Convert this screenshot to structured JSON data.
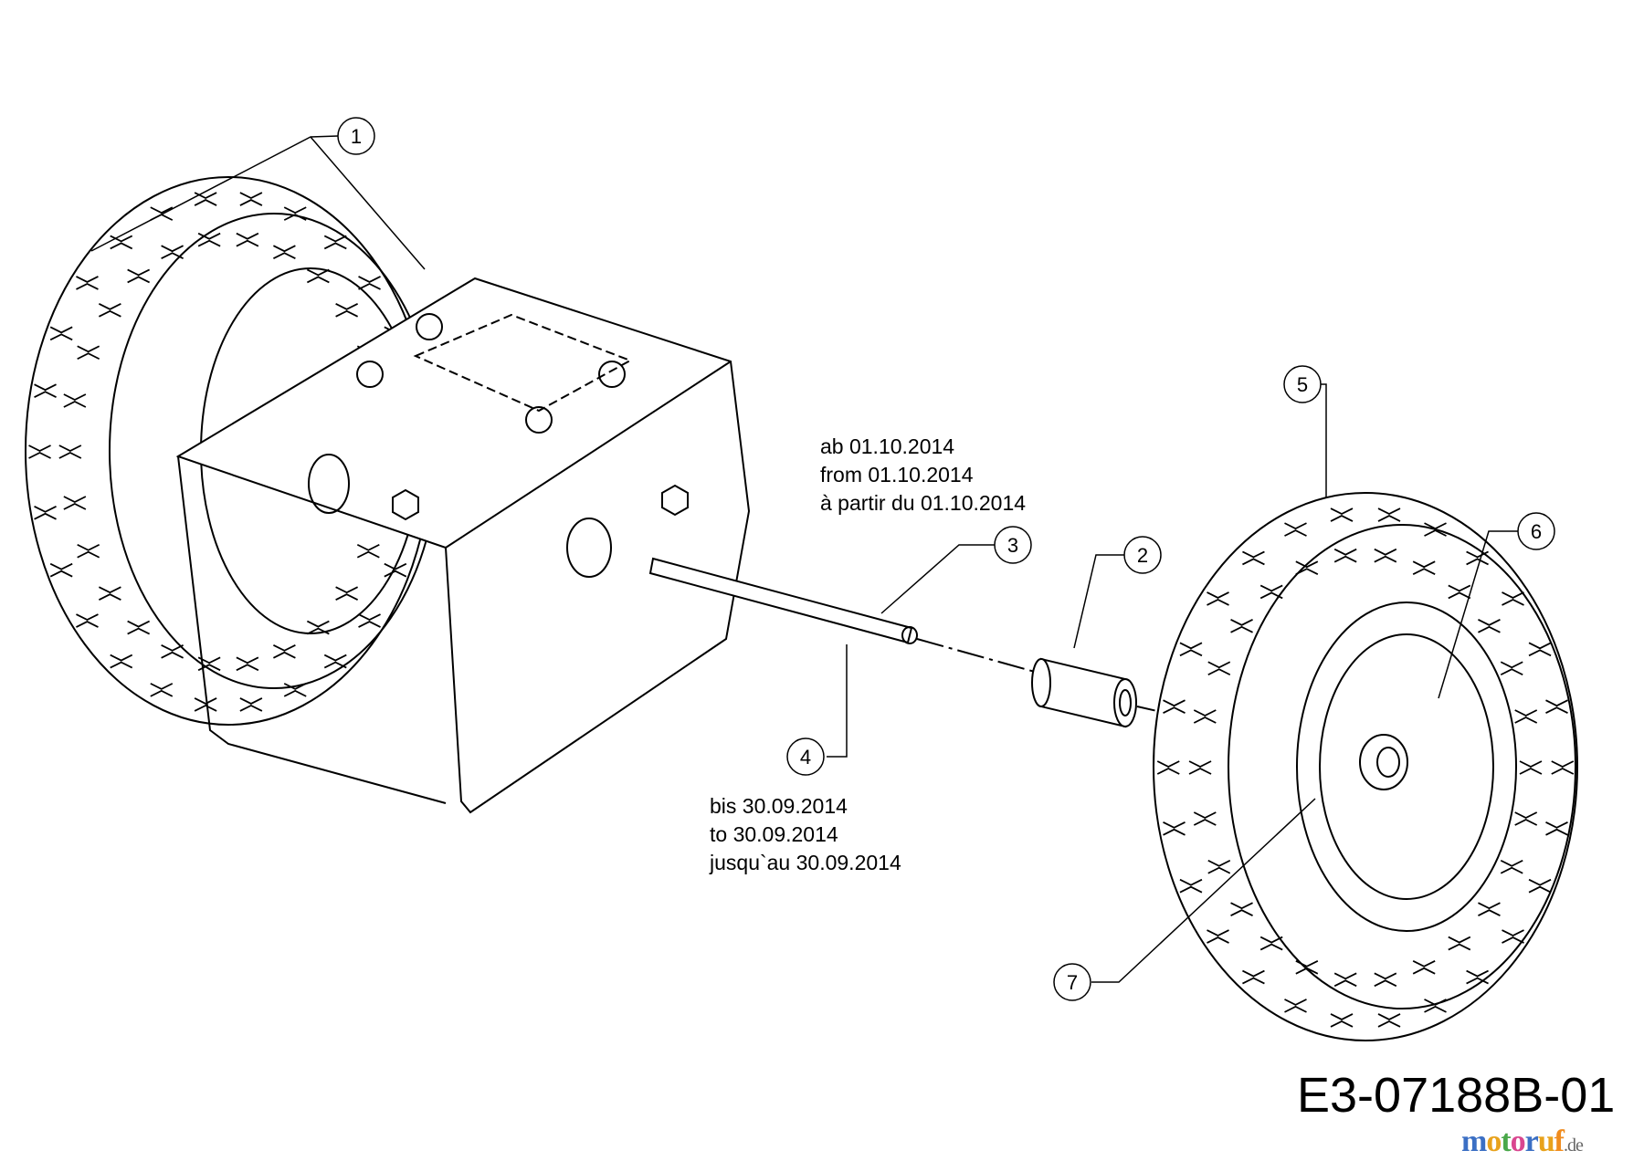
{
  "diagram": {
    "callouts": [
      "1",
      "2",
      "3",
      "4",
      "5",
      "6",
      "7"
    ],
    "note_from": [
      "ab 01.10.2014",
      "from 01.10.2014",
      "à partir du 01.10.2014"
    ],
    "note_until": [
      "bis 30.09.2014",
      "to 30.09.2014",
      "jusqu`au 30.09.2014"
    ],
    "drawing_code": "E3-07188B-01",
    "watermark": "motoruf.de",
    "line_color": "#000000"
  }
}
